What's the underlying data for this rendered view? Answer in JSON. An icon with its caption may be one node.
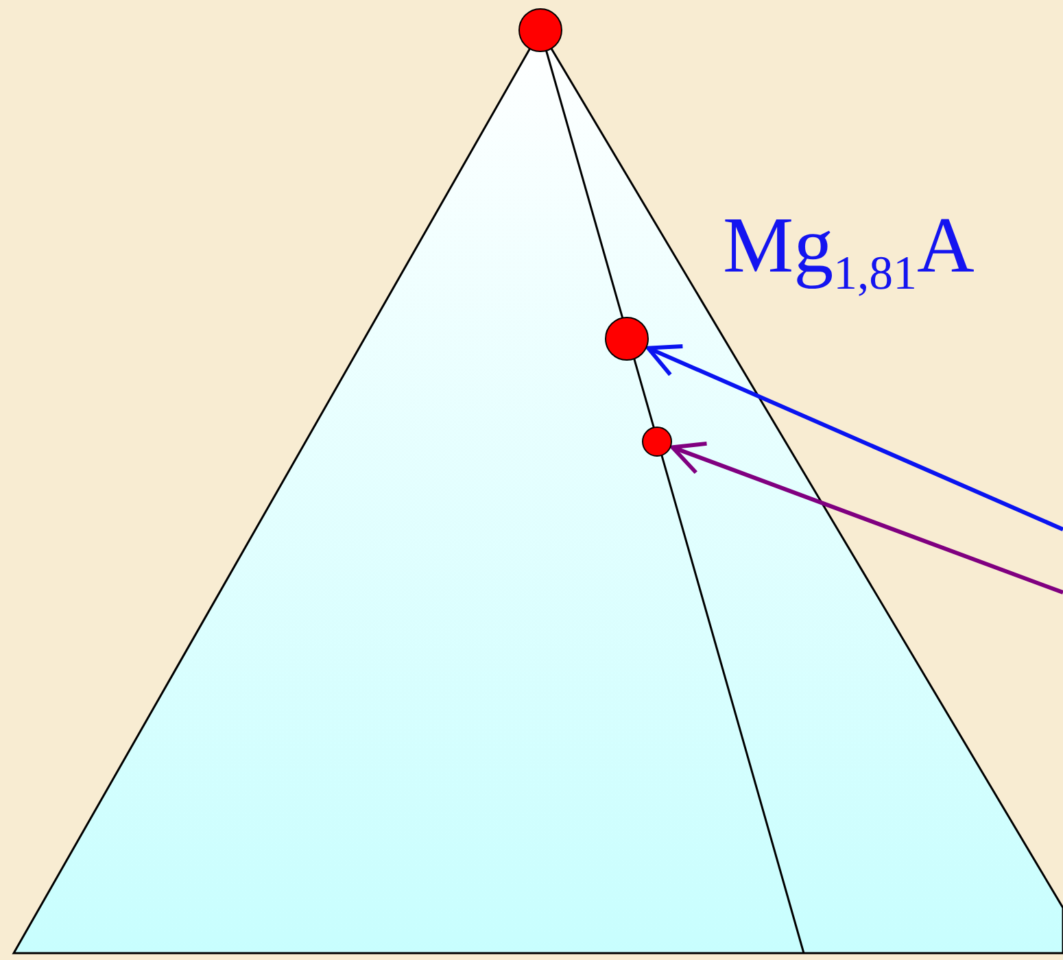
{
  "diagram": {
    "nodes": [
      {
        "text": [],
        "shape": "circle"
      },
      {
        "text": [],
        "shape": "circle"
      },
      {
        "text": [],
        "shape": "circle"
      }
    ],
    "edges": [
      {
        "from": null,
        "to": 1,
        "arrow": "to",
        "color": "#0a14f0"
      },
      {
        "from": null,
        "to": 2,
        "arrow": "to",
        "color": "#800080"
      }
    ],
    "labels": [
      "Mg$_{1,81}$A"
    ]
  }
}
